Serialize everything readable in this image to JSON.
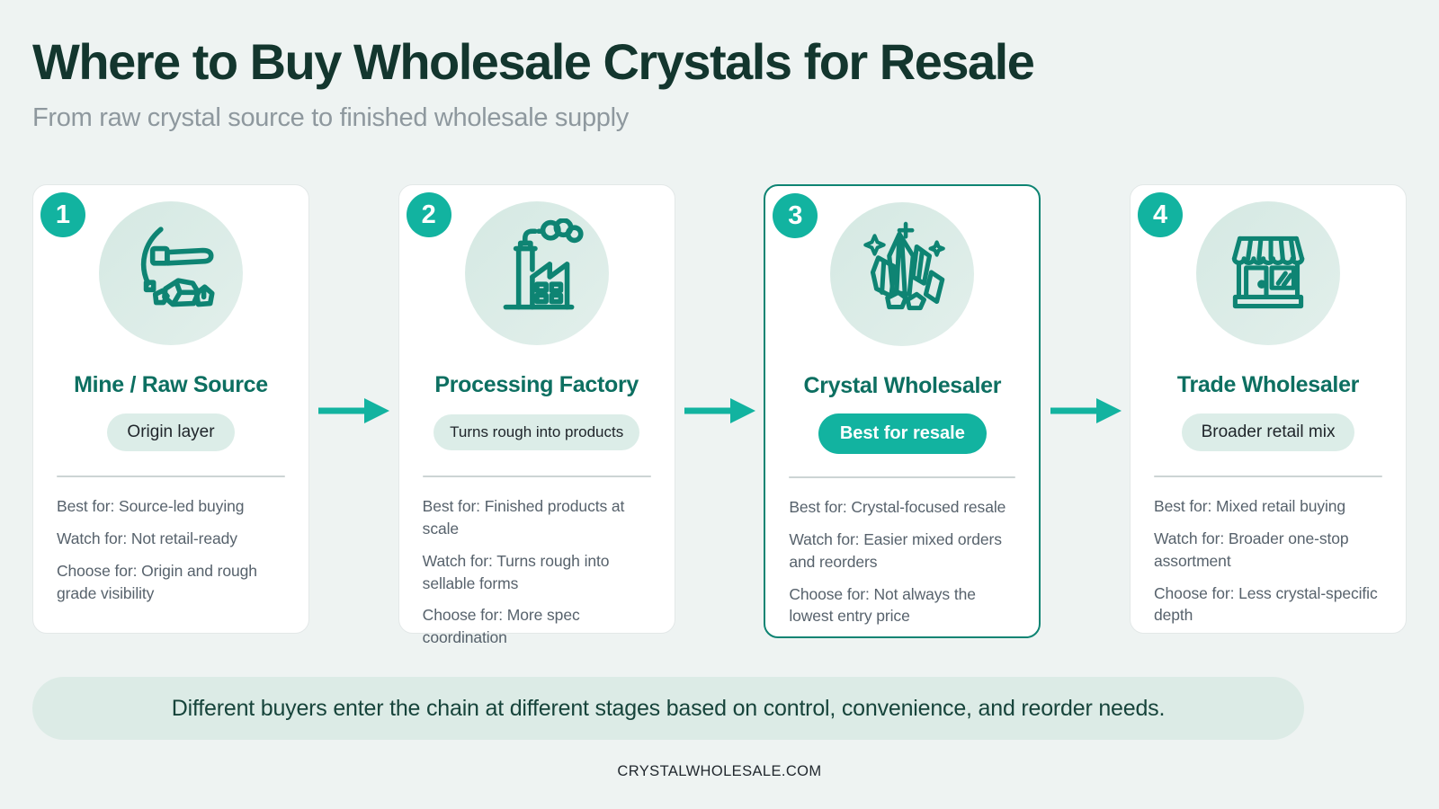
{
  "page": {
    "title": "Where to Buy Wholesale Crystals for Resale",
    "subtitle": "From raw crystal source to finished wholesale supply",
    "banner": "Different buyers enter the chain at different stages based on control, convenience, and reorder needs.",
    "footer": "CRYSTALWHOLESALE.COM"
  },
  "colors": {
    "background": "#eef3f2",
    "accent": "#12b3a0",
    "accent_dark": "#0e8473",
    "heading": "#13362e",
    "card_title": "#0d6f61",
    "body_text": "#57626c",
    "pill_bg": "#dcede8",
    "banner_bg": "#dcebe6"
  },
  "steps": [
    {
      "number": "1",
      "icon": "pickaxe-icon",
      "title": "Mine / Raw Source",
      "badge": "Origin layer",
      "badge_style": "light",
      "highlighted": false,
      "details": [
        "Best for: Source-led buying",
        "Watch for: Not retail-ready",
        "Choose for: Origin and rough grade visibility"
      ]
    },
    {
      "number": "2",
      "icon": "factory-icon",
      "title": "Processing Factory",
      "badge": "Turns rough into products",
      "badge_style": "light",
      "highlighted": false,
      "details": [
        "Best for: Finished products at scale",
        "Watch for: Turns rough into sellable forms",
        "Choose for: More spec coordination"
      ]
    },
    {
      "number": "3",
      "icon": "crystal-cluster-icon",
      "title": "Crystal Wholesaler",
      "badge": "Best for resale",
      "badge_style": "solid",
      "highlighted": true,
      "details": [
        "Best for: Crystal-focused resale",
        "Watch for: Easier mixed orders and reorders",
        "Choose for: Not always the lowest entry price"
      ]
    },
    {
      "number": "4",
      "icon": "storefront-icon",
      "title": "Trade Wholesaler",
      "badge": "Broader retail mix",
      "badge_style": "light",
      "highlighted": false,
      "details": [
        "Best for: Mixed retail buying",
        "Watch for: Broader one-stop assortment",
        "Choose for: Less crystal-specific depth"
      ]
    }
  ]
}
